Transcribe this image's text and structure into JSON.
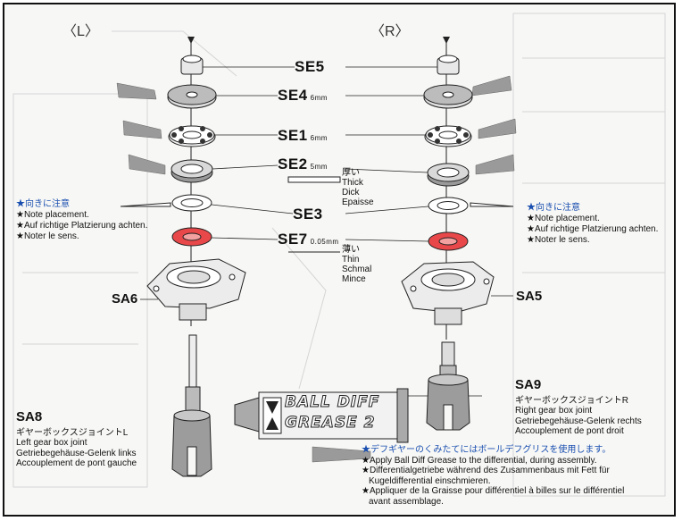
{
  "sides": {
    "left": "〈L〉",
    "right": "〈R〉"
  },
  "parts": {
    "se5": "SE5",
    "se4": "SE4",
    "se4_size": "6mm",
    "se1": "SE1",
    "se1_size": "6mm",
    "se2": "SE2",
    "se2_size": "5mm",
    "se3": "SE3",
    "se7": "SE7",
    "se7_size": "0.05mm"
  },
  "thick": {
    "jp": "厚い",
    "lines": [
      "Thick",
      "Dick",
      "Epaisse"
    ]
  },
  "thin": {
    "jp": "薄い",
    "lines": [
      "Thin",
      "Schmal",
      "Mince"
    ]
  },
  "note_left": {
    "jp": "★向きに注意",
    "lines": [
      "★Note placement.",
      "★Auf richtige Platzierung achten.",
      "★Noter le sens."
    ]
  },
  "note_right": {
    "jp": "★向きに注意",
    "lines": [
      "★Note placement.",
      "★Auf richtige Platzierung achten.",
      "★Noter le sens."
    ]
  },
  "sa6": "SA6",
  "sa5": "SA5",
  "sa8": {
    "code": "SA8",
    "jp": "ギヤーボックスジョイントL",
    "lines": [
      "Left gear box joint",
      "Getriebegehäuse-Gelenk links",
      "Accouplement de pont gauche"
    ]
  },
  "sa9": {
    "code": "SA9",
    "jp": "ギヤーボックスジョイントR",
    "lines": [
      "Right gear box joint",
      "Getriebegehäuse-Gelenk rechts",
      "Accouplement de pont droit"
    ]
  },
  "tube": {
    "line1": "BALL DIFF",
    "line2": "GREASE 2"
  },
  "grease_note": {
    "jp": "★デフギヤーのくみたてにはボールデフグリスを使用します。",
    "lines": [
      "★Apply Ball Diff Grease to the differential, during assembly.",
      "★Differentialgetriebe während des Zusammenbaus mit Fett für",
      "Kugeldifferential einschmieren.",
      "★Appliquer de la Graisse pour différentiel à billes sur le différentiel",
      "avant assemblage."
    ]
  },
  "colors": {
    "highlight_washer": "#e8484a",
    "line": "#222222",
    "grease": "#9a9a9a"
  }
}
